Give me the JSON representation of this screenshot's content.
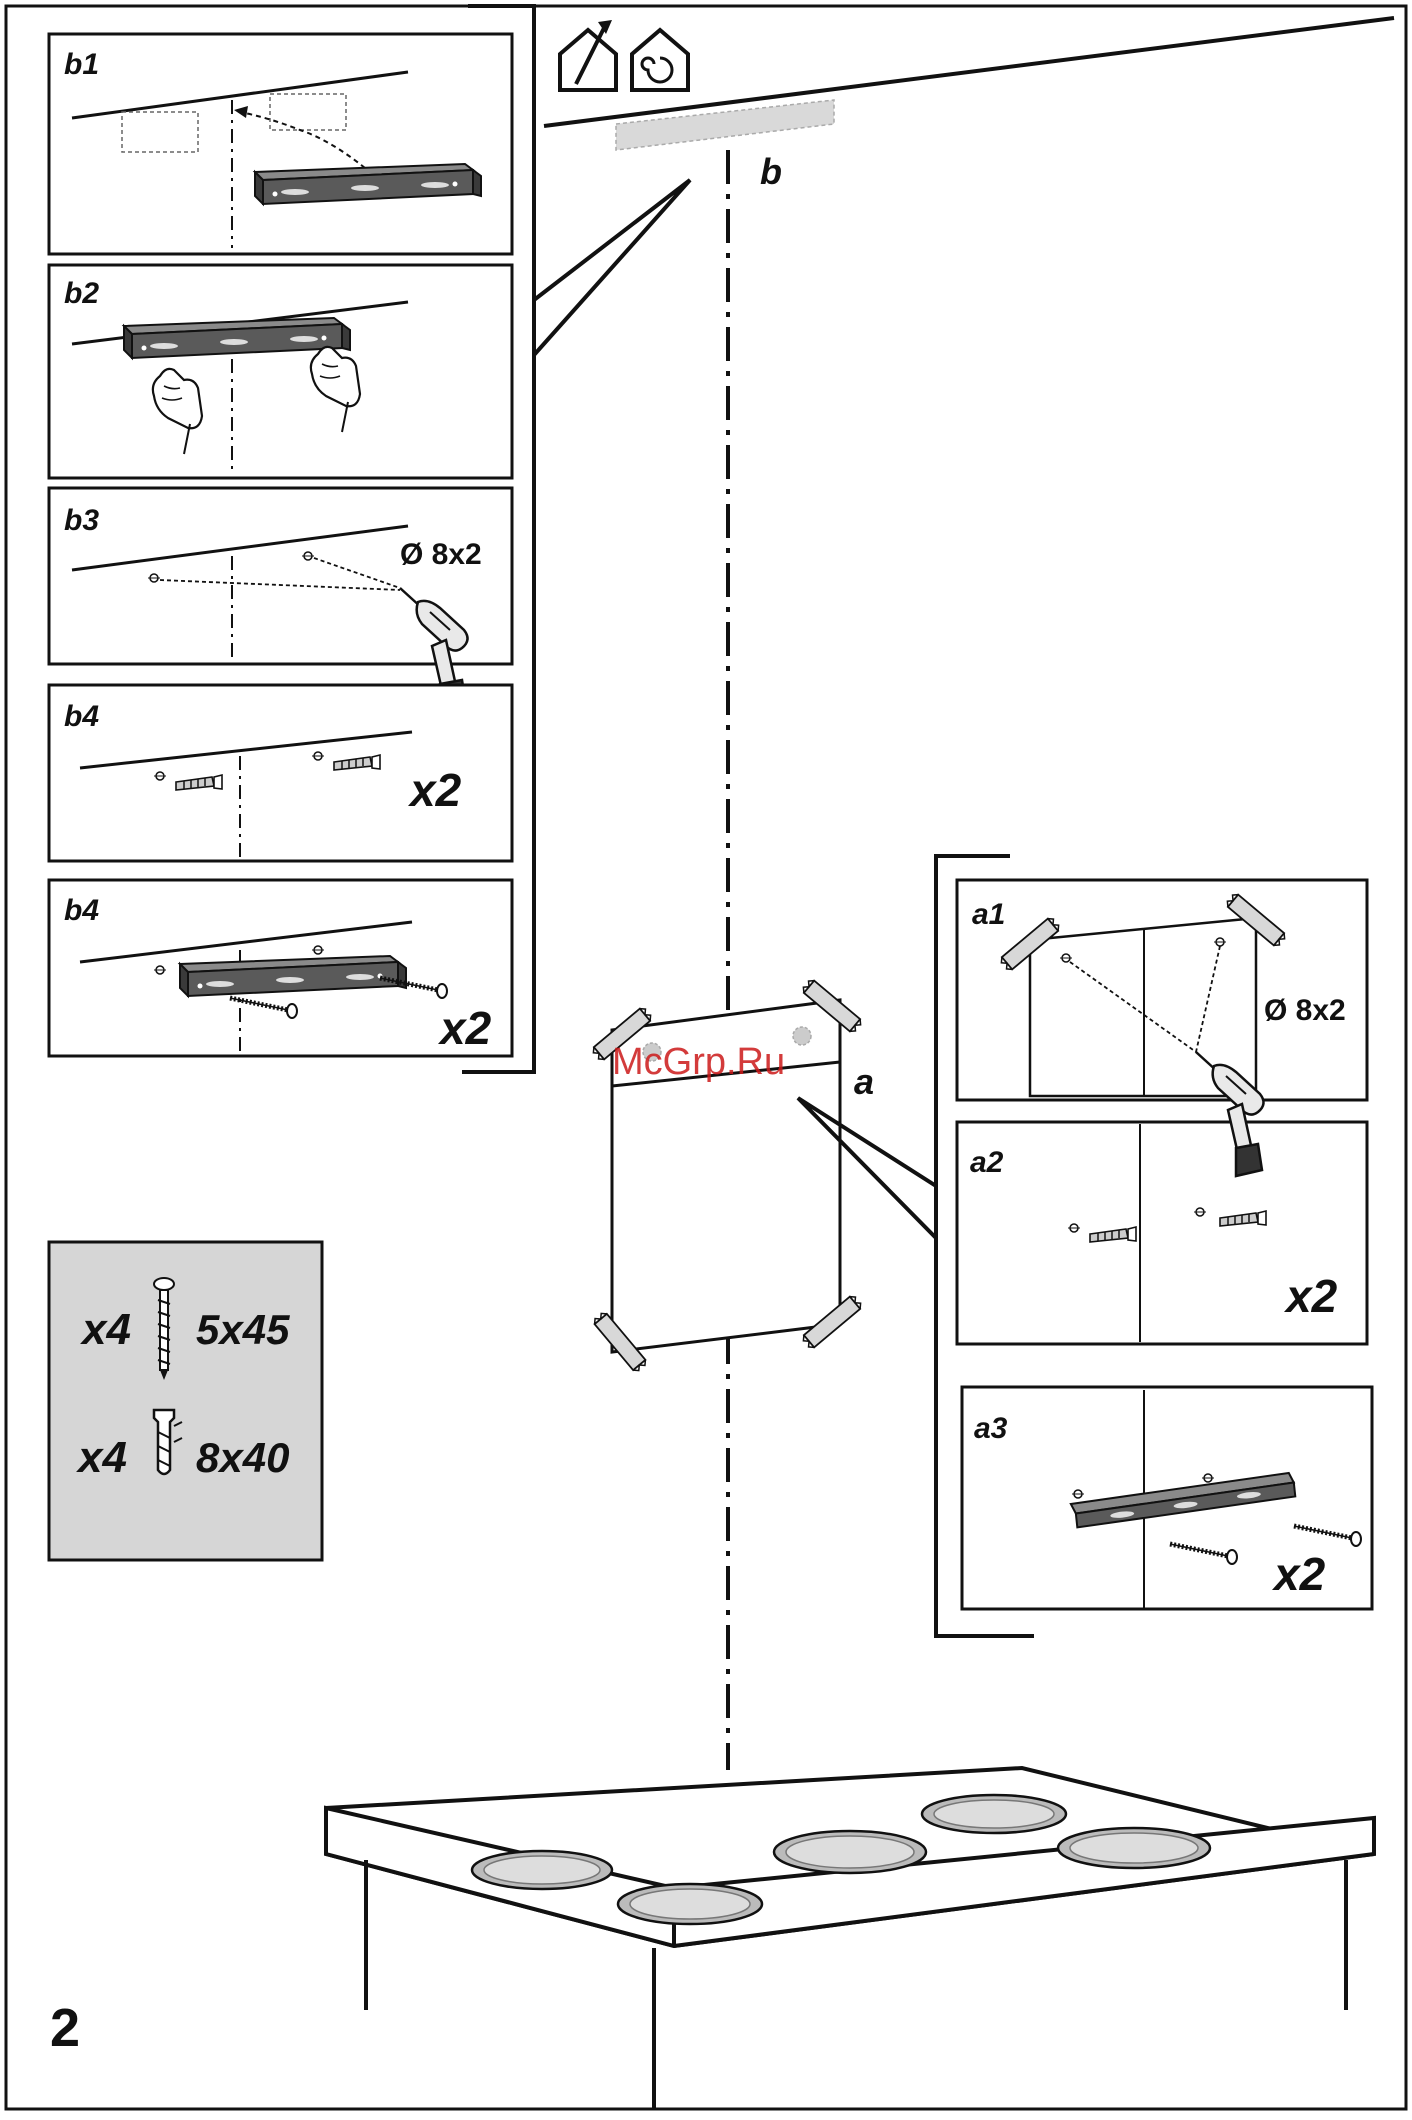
{
  "page_number": "2",
  "watermark": "McGrp.Ru",
  "icons": [
    "ducted-exhaust-icon",
    "recirculation-icon"
  ],
  "labels": {
    "b": "b",
    "a": "a"
  },
  "panels_b": [
    {
      "id": "b1",
      "label": "b1",
      "note": "",
      "qty": ""
    },
    {
      "id": "b2",
      "label": "b2",
      "note": "",
      "qty": ""
    },
    {
      "id": "b3",
      "label": "b3",
      "note": "Ø 8x2",
      "qty": ""
    },
    {
      "id": "b4a",
      "label": "b4",
      "note": "",
      "qty": "x2"
    },
    {
      "id": "b4b",
      "label": "b4",
      "note": "",
      "qty": "x2"
    }
  ],
  "panels_a": [
    {
      "id": "a1",
      "label": "a1",
      "note": "Ø 8x2",
      "qty": ""
    },
    {
      "id": "a2",
      "label": "a2",
      "note": "",
      "qty": "x2"
    },
    {
      "id": "a3",
      "label": "a3",
      "note": "",
      "qty": "x2"
    }
  ],
  "parts": [
    {
      "qty": "x4",
      "size": "5x45",
      "part": "screw-icon"
    },
    {
      "qty": "x4",
      "size": "8x40",
      "part": "wall-plug-icon"
    }
  ],
  "colors": {
    "line": "#111111",
    "bracket": "#5a5a5a",
    "parts_box": "#d6d6d6",
    "ceiling_marker": "#d9d9d9",
    "watermark": "#cc1a1a"
  }
}
